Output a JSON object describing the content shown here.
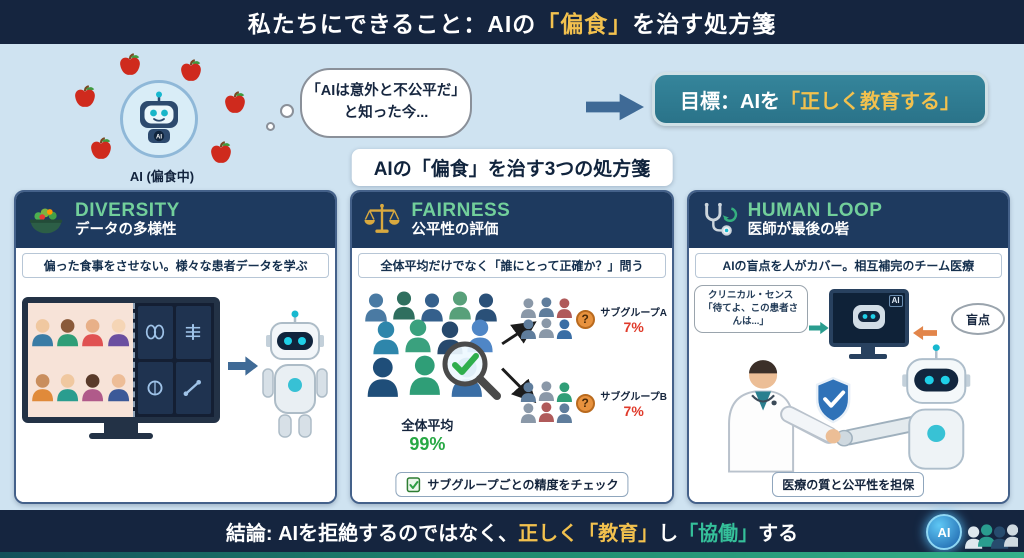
{
  "colors": {
    "navy": "#15253f",
    "card_header_navy": "#1e3a5f",
    "background_blue": "#cfe3f1",
    "gold_accent": "#f2c14e",
    "title_green": "#72cf9b",
    "goal_teal": "#2f7f95",
    "value_green": "#27a844",
    "value_red": "#e03a2a",
    "collab_green": "#35c09a"
  },
  "header": {
    "title_prefix": "私たちにできること：AIの",
    "title_highlight": "「偏食」",
    "title_suffix": "を治す処方箋"
  },
  "intro": {
    "robot_caption": "AI (偏食中)",
    "robot_chest": "AI",
    "speech_line1": "「AIは意外と不公平だ」",
    "speech_line2": "と知った今...",
    "goal_prefix": "目標：AIを",
    "goal_highlight": "「正しく教育する」"
  },
  "section_title": "AIの「偏食」を治す3つの処方箋",
  "cards": [
    {
      "title_en": "DIVERSITY",
      "title_ja": "データの多様性",
      "subtitle": "偏った食事をさせない。様々な患者データを学ぶ",
      "icon": "salad-bowl-icon"
    },
    {
      "title_en": "FAIRNESS",
      "title_ja": "公平性の評価",
      "subtitle": "全体平均だけでなく「誰にとって正確か？」問う",
      "icon": "balance-scales-icon",
      "overall_label": "全体平均",
      "overall_value": "99%",
      "subgroup_a_label": "サブグループA",
      "subgroup_a_value": "7%",
      "subgroup_b_label": "サブグループB",
      "subgroup_b_value": "7%",
      "question_mark": "?",
      "footer": "サブグループごとの精度をチェック"
    },
    {
      "title_en": "HUMAN LOOP",
      "title_ja": "医師が最後の砦",
      "subtitle": "AIの盲点を人がカバー。相互補完のチーム医療",
      "icon": "stethoscope-icon",
      "bubble_line1": "クリニカル・センス",
      "bubble_line2": "「待てよ、この患者さんは...」",
      "monitor_label": "AI",
      "blind_spot": "盲点",
      "footer": "医療の質と公平性を担保"
    }
  ],
  "conclusion": {
    "prefix": "結論: AIを拒絶するのではなく、",
    "highlight_edu": "正しく「教育」",
    "middle": "し",
    "highlight_collab": "「協働」",
    "suffix": "する",
    "ai_badge": "AI"
  }
}
